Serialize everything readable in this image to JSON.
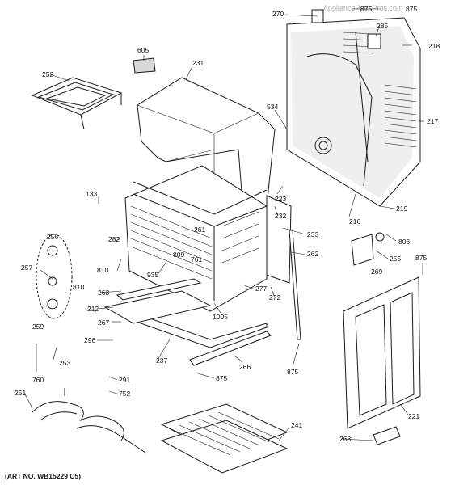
{
  "watermark": "AppliancePartsPros.com",
  "art_number": "(ART NO. WB15229 C5)",
  "callouts": [
    "270",
    "875",
    "875",
    "285",
    "218",
    "605",
    "231",
    "252",
    "534",
    "217",
    "133",
    "223",
    "232",
    "216",
    "219",
    "256",
    "282",
    "261",
    "233",
    "806",
    "810",
    "809",
    "761",
    "255",
    "257",
    "262",
    "269",
    "875",
    "935",
    "810",
    "277",
    "263",
    "272",
    "212",
    "1005",
    "259",
    "267",
    "296",
    "253",
    "237",
    "266",
    "875",
    "760",
    "291",
    "752",
    "251",
    "241",
    "221",
    "268"
  ]
}
